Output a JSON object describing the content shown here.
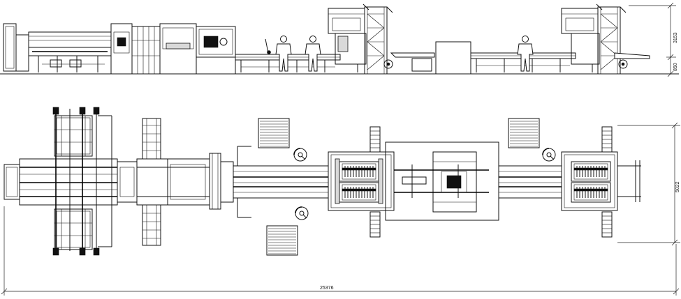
{
  "dimensions": {
    "total_length": "25376",
    "total_width": "5022",
    "machine_height": "3153",
    "table_height": "850"
  }
}
